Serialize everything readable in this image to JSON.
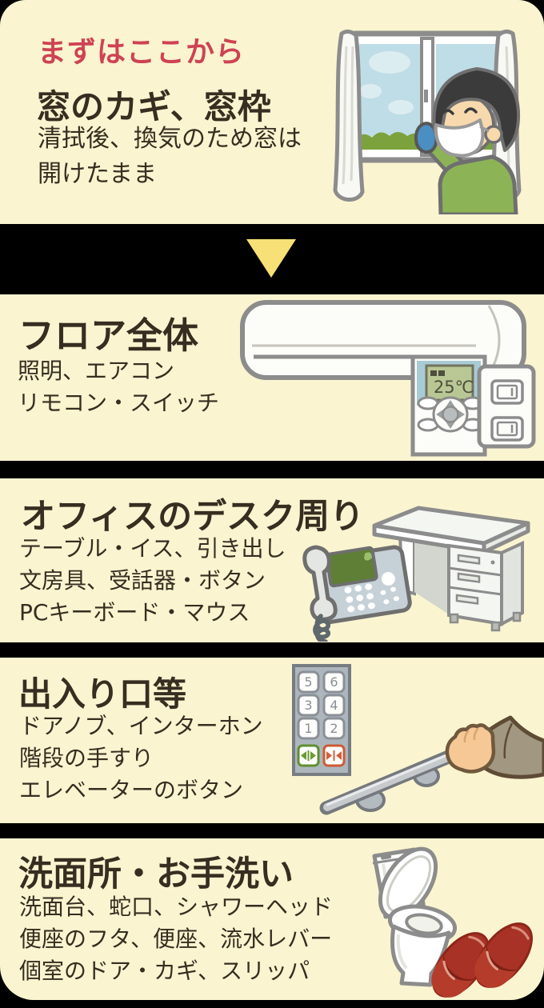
{
  "palette": {
    "background": "#000000",
    "card": "#FAF4D0",
    "heading_text": "#372D20",
    "kicker_red": "#CE4253",
    "arrow_yellow": "#F7E075"
  },
  "sections": [
    {
      "id": "windows",
      "kicker": "まずはここから",
      "title": "窓のカギ、窓枠",
      "body": [
        "清拭後、換気のため窓は",
        "開けたまま"
      ],
      "illustration": "person-cleaning-window"
    },
    {
      "id": "floor",
      "title": "フロア全体",
      "body": [
        "照明、エアコン",
        "リモコン・スイッチ"
      ],
      "illustration": "air-conditioner-remote-wall-switch"
    },
    {
      "id": "desk",
      "title": "オフィスのデスク周り",
      "body": [
        "テーブル・イス、引き出し",
        "文房具、受話器・ボタン",
        "PCキーボード・マウス"
      ],
      "illustration": "office-desk-and-phone"
    },
    {
      "id": "entrance",
      "title": "出入り口等",
      "body": [
        "ドアノブ、インターホン",
        "階段の手すり",
        "エレベーターのボタン"
      ],
      "illustration": "elevator-buttons-and-handrail"
    },
    {
      "id": "washroom",
      "title": "洗面所・お手洗い",
      "body": [
        "洗面台、蛇口、シャワーヘッド",
        "便座のフタ、便座、流水レバー",
        "個室のドア・カギ、スリッパ"
      ],
      "illustration": "toilet-and-slippers"
    }
  ],
  "illustrations": {
    "remote": {
      "display": "25℃"
    },
    "elevator": {
      "floors": [
        "5",
        "6",
        "3",
        "4",
        "1",
        "2"
      ]
    }
  }
}
